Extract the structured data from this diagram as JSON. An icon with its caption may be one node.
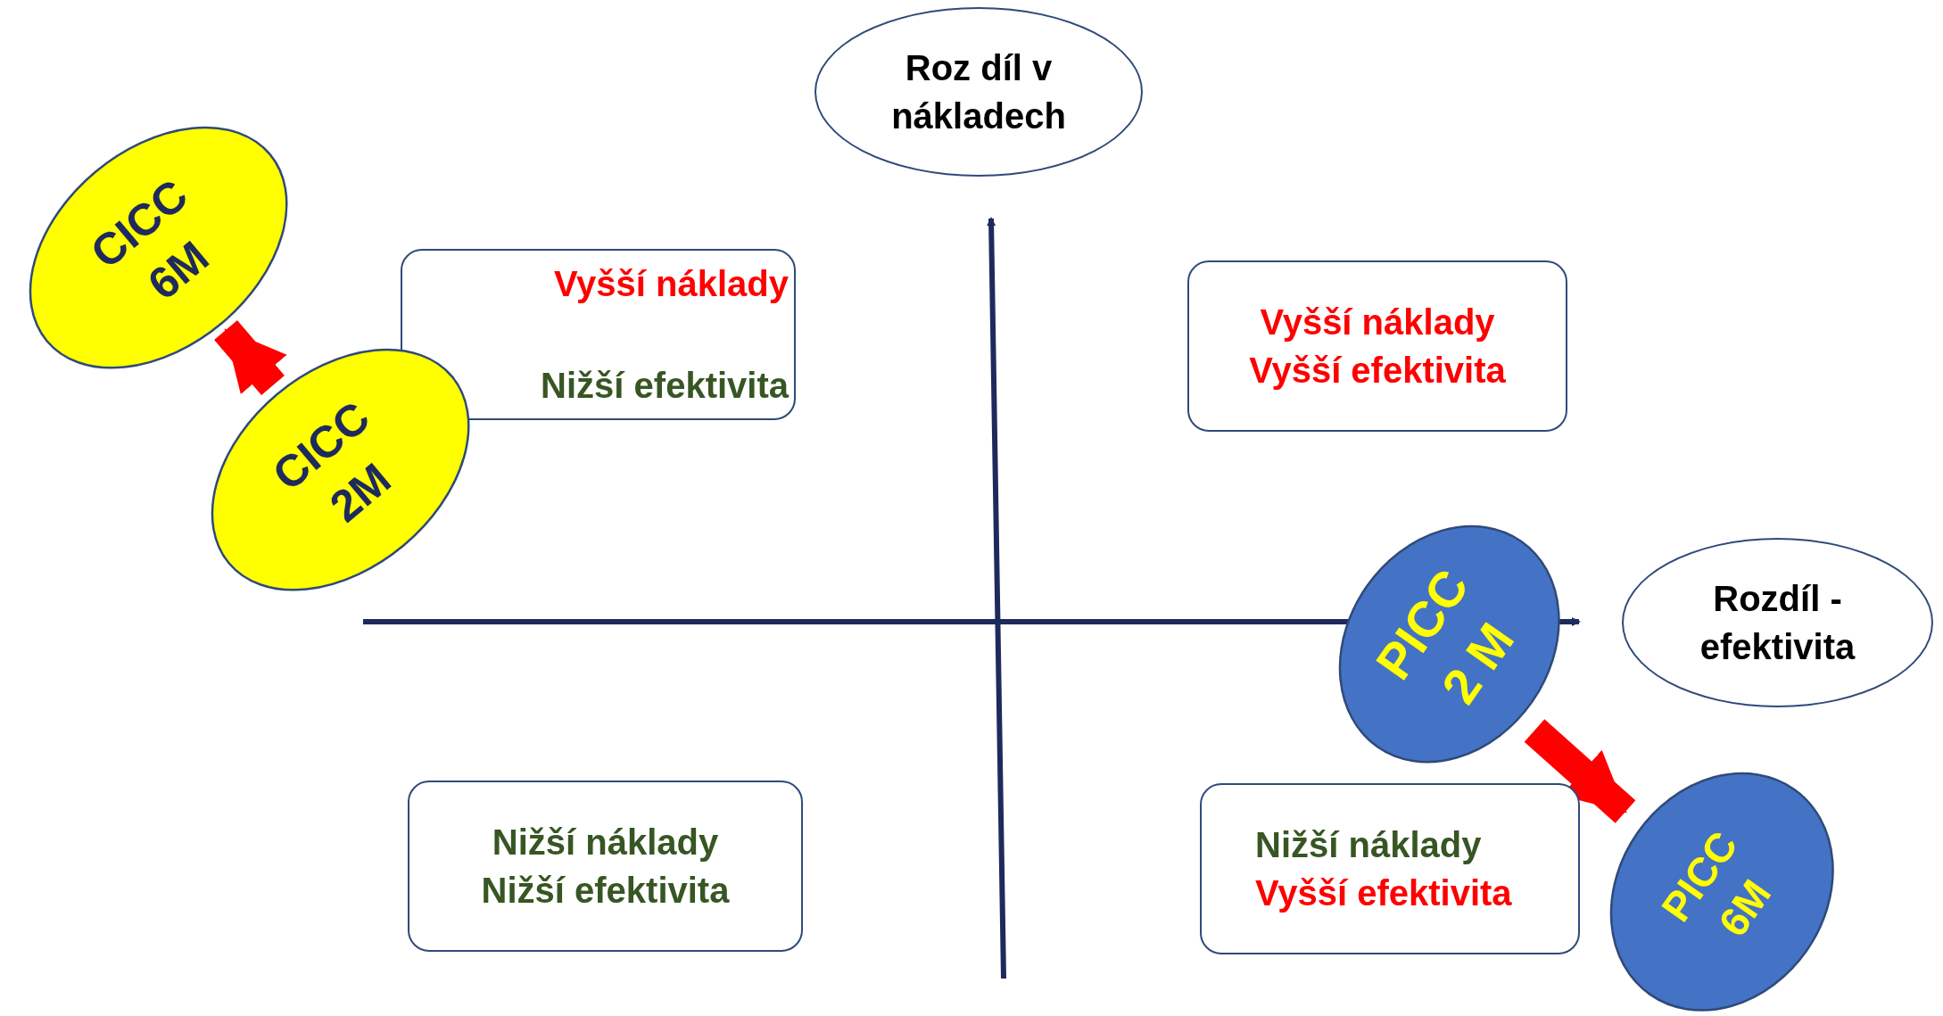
{
  "diagram": {
    "nodes": [
      {
        "text": [
          "Roz díl v nákladech"
        ]
      },
      {
        "text": [
          "Rozdíl - efektivita"
        ]
      },
      {
        "text": [
          "Vyšší náklady",
          "Nižší efektivita"
        ]
      },
      {
        "text": [
          "Vyšší náklady Vyšší efektivita"
        ]
      },
      {
        "text": [
          "Nižší náklady Nižší efektivita"
        ]
      },
      {
        "text": [
          "Nižší náklady",
          "Vyšší efektivita"
        ]
      },
      {
        "text": [
          "CICC 6M"
        ]
      },
      {
        "text": [
          "CICC 2M"
        ]
      },
      {
        "text": [
          "PICC 2 M"
        ]
      },
      {
        "text": [
          "PICC 6M"
        ]
      }
    ],
    "edges": [
      {
        "from": 7,
        "to": 6,
        "arrow": "to",
        "color": "#ff0000"
      },
      {
        "from": 8,
        "to": 9,
        "arrow": "to",
        "color": "#ff0000"
      }
    ]
  }
}
